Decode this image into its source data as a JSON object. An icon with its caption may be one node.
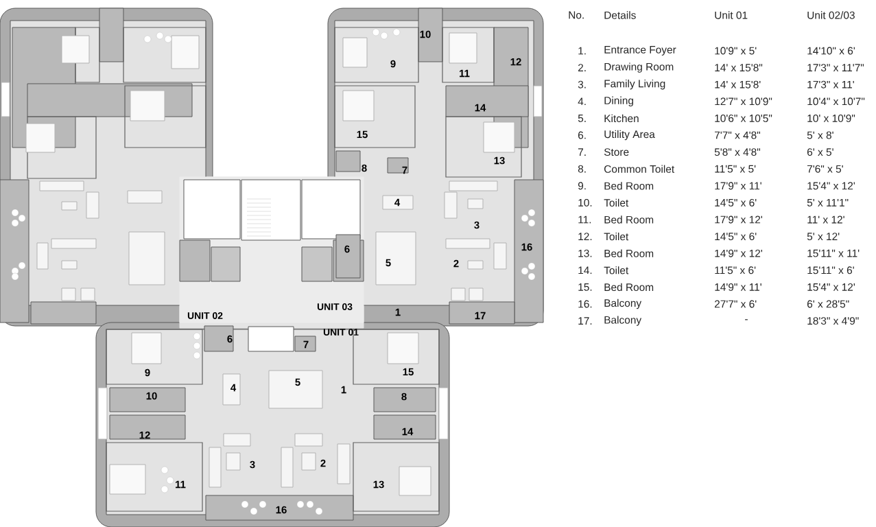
{
  "diagram": {
    "labels": [
      "10",
      "9",
      "11",
      "12",
      "14",
      "15",
      "13",
      "8",
      "7",
      "4",
      "3",
      "6",
      "16",
      "5",
      "2",
      "UNIT 02",
      "UNIT 03",
      "1",
      "17",
      "UNIT 01",
      "6",
      "7",
      "9",
      "15",
      "4",
      "5",
      "1",
      "10",
      "8",
      "12",
      "14",
      "3",
      "2",
      "11",
      "13",
      "16",
      "No.",
      "Details",
      "Unit 01",
      "Unit 02/03",
      "1.",
      "Entrance Foyer",
      "10'9\" x 5'",
      "14'10\" x 6'",
      "2.",
      "Drawing Room",
      "14' x 15'8\"",
      "17'3\" x 11'7\"",
      "3.",
      "Family Living",
      "14' x 15'8'",
      "17'3\" x 11'",
      "4.",
      "Dining",
      "12'7\" x 10'9\"",
      "10'4\" x 10'7\"",
      "5.",
      "Kitchen",
      "10'6\" x 10'5\"",
      "10' x 10'9\"",
      "6.",
      "Utility Area",
      "7'7\" x 4'8\"",
      "5' x 8'",
      "7.",
      "Store",
      "5'8\" x 4'8\"",
      "6' x 5'",
      "8.",
      "Common Toilet",
      "11'5\" x 5'",
      "7'6\" x 5'",
      "9.",
      "Bed Room",
      "17'9\" x 11'",
      "15'4\" x 12'",
      "10.",
      "Toilet",
      "14'5\" x 6'",
      "5' x 11'1\"",
      "11.",
      "Bed Room",
      "17'9\" x 12'",
      "11' x 12'",
      "12.",
      "Toilet",
      "14'5\" x 6'",
      "5' x 12'",
      "13.",
      "Bed Room",
      "14'9\" x 12'",
      "15'11\" x 11'",
      "14.",
      "Toilet",
      "11'5\" x 6'",
      "15'11\" x 6'",
      "15.",
      "Bed Room",
      "14'9\" x 11'",
      "15'4\" x 12'",
      "16.",
      "Balcony",
      "27'7\" x 6'",
      "6' x 28'5\"",
      "17.",
      "Balcony",
      "-",
      "18'3\" x 4'9\""
    ]
  }
}
